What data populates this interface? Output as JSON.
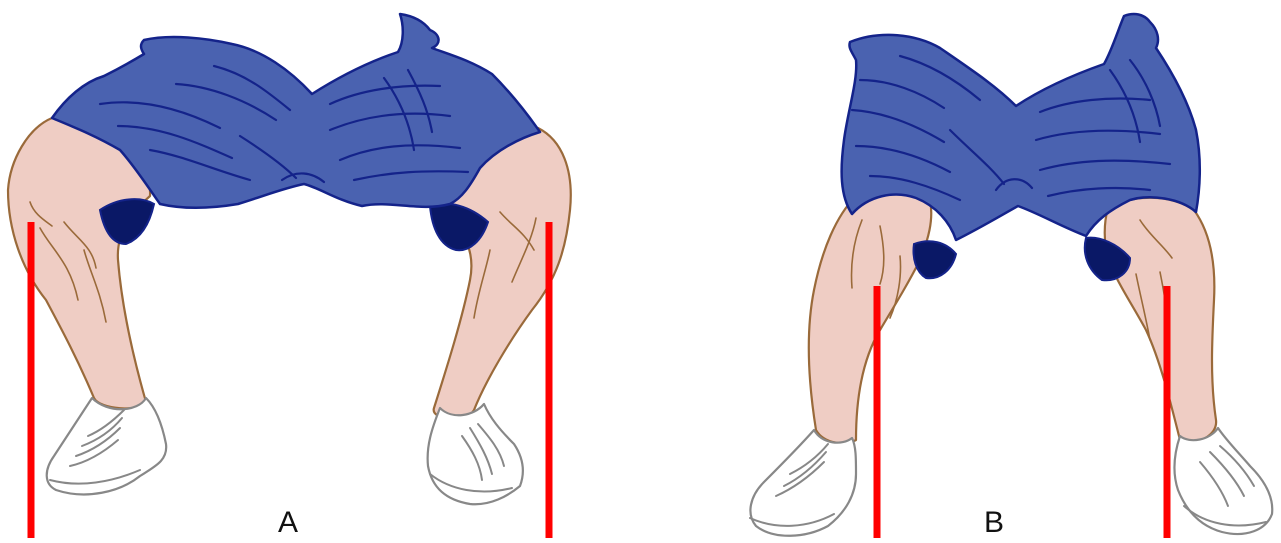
{
  "panels": [
    {
      "label": "A",
      "description_key": "knees-out"
    },
    {
      "label": "B",
      "description_key": "knees-in"
    }
  ],
  "colors": {
    "shorts": "#4a62b0",
    "shorts_outline": "#14238a",
    "skin": "#efcdc4",
    "skin_outline": "#9a6a3a",
    "reference_line": "#ff0000",
    "shoe": "#ffffff"
  }
}
